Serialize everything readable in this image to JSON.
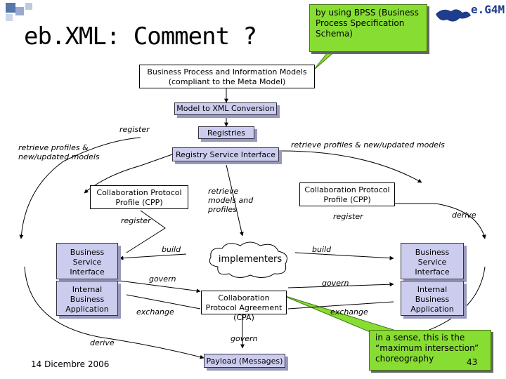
{
  "title": "eb.XML: Comment ?",
  "logo": "e.G4M",
  "callout_top": "by using BPSS (Business Process Specification Schema)",
  "callout_bottom": "in a sense, this is the “maximum intersection” choreography",
  "models_box": "Business Process and Information Models (compliant to the Meta Model)",
  "conversion_box": "Model to XML Conversion",
  "registries_box": "Registries",
  "registry_interface_box": "Registry Service Interface",
  "cpp_left": "Collaboration Protocol Profile (CPP)",
  "cpp_right": "Collaboration Protocol Profile (CPP)",
  "bsi_left": "Business Service Interface",
  "bsi_right": "Business Service Interface",
  "iba_left": "Internal Business Application",
  "iba_right": "Internal Business Application",
  "implementers": "implementers",
  "cpa_box": "Collaboration Protocol Agreement (CPA)",
  "payload_box": "Payload (Messages)",
  "labels": {
    "register_top": "register",
    "retrieve_left": "retrieve profiles & new/updated models",
    "retrieve_right": "retrieve profiles & new/updated models",
    "retrieve_mid": "retrieve models and profiles",
    "register_left": "register",
    "register_right": "register",
    "derive_right": "derive",
    "build_left": "build",
    "build_right": "build",
    "govern_left": "govern",
    "govern_right": "govern",
    "exchange_left": "exchange",
    "exchange_right": "exchange",
    "govern_bottom": "govern",
    "derive_left": "derive"
  },
  "footer_date": "14 Dicembre 2006",
  "page_number": "43",
  "colors": {
    "box_fill": "#ccccee",
    "callout": "#88dd33",
    "logo_blue": "#1f3d8a"
  }
}
